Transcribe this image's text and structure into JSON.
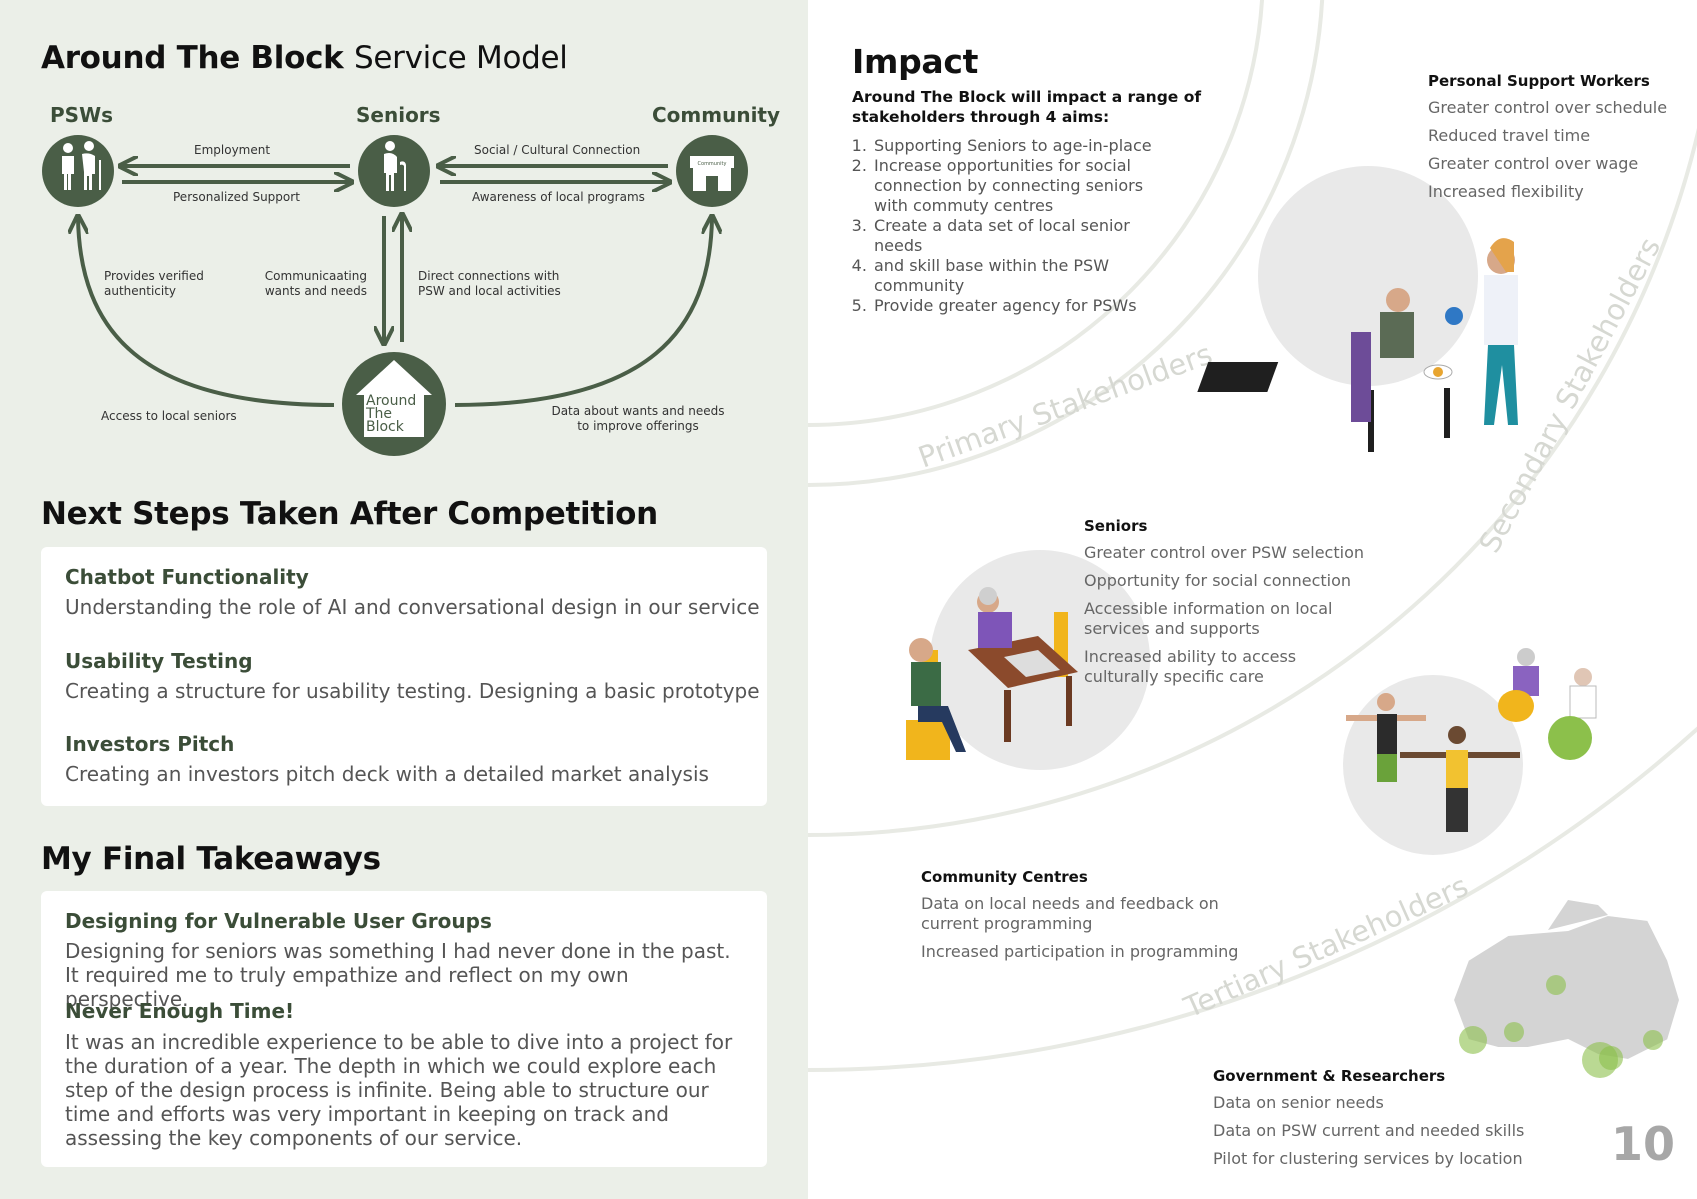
{
  "service_model": {
    "title_bold": "Around The Block",
    "title_rest": "Service Model",
    "nodes": {
      "psws": "PSWs",
      "seniors": "Seniors",
      "community": "Community",
      "community_building_label": "Community",
      "atb_line1": "Around",
      "atb_line2": "The",
      "atb_line3": "Block"
    },
    "edges": {
      "employment": "Employment",
      "personalized_support": "Personalized Support",
      "social_cultural": "Social / Cultural Connection",
      "awareness": "Awareness of local programs",
      "verified_line1": "Provides verified",
      "verified_line2": "authenticity",
      "communicating_line1": "Communicaating",
      "communicating_line2": "wants and needs",
      "direct_line1": "Direct connections with",
      "direct_line2": "PSW and local activities",
      "access": "Access to local seniors",
      "data_line1": "Data about wants and needs",
      "data_line2": "to improve offerings"
    }
  },
  "next_steps": {
    "title": "Next Steps Taken After Competition",
    "items": [
      {
        "title": "Chatbot Functionality",
        "body": "Understanding the role of AI and conversational design in our service"
      },
      {
        "title": "Usability Testing",
        "body": "Creating a structure for usability testing. Designing a basic prototype"
      },
      {
        "title": "Investors Pitch",
        "body": "Creating an investors pitch deck with a detailed market analysis"
      }
    ]
  },
  "takeaways": {
    "title": "My Final Takeaways",
    "items": [
      {
        "title": "Designing for Vulnerable User Groups",
        "body": "Designing for seniors was something I had never done in the past. It required me to truly empathize and reflect on my own perspective."
      },
      {
        "title": "Never Enough Time!",
        "body": "It was an incredible experience to be able to dive into a project for the duration of a year. The depth in which we could explore each step of the design process is infinite. Being able to structure our time and efforts was very important in keeping on track and assessing the key components of our service."
      }
    ]
  },
  "impact": {
    "title": "Impact",
    "intro_line1": "Around The Block will  impact a range of",
    "intro_line2": "stakeholders through 4 aims:",
    "aims": [
      "Supporting Seniors to age-in-place",
      "Increase opportunities for social connection by connecting seniors with commuty centres",
      "Create a data set of local senior needs",
      "and skill base within the PSW community",
      "Provide greater agency for PSWs"
    ],
    "rings": {
      "primary": "Primary Stakeholders",
      "secondary": "Secondary Stakeholders",
      "tertiary": "Tertiary Stakeholders"
    },
    "psw": {
      "title": "Personal Support Workers",
      "items": [
        "Greater control over schedule",
        "Reduced travel time",
        "Greater control over wage",
        "Increased flexibility"
      ]
    },
    "seniors": {
      "title": "Seniors",
      "items": [
        "Greater control over PSW selection",
        "Opportunity for social connection",
        "Accessible information on local services and supports",
        "Increased ability to access culturally specific care"
      ]
    },
    "community": {
      "title": "Community Centres",
      "items": [
        "Data on local needs and feedback on current programming",
        "Increased participation in programming"
      ]
    },
    "government": {
      "title": "Government & Researchers",
      "items": [
        "Data on senior needs",
        "Data on PSW current and needed skills",
        "Pilot for clustering services by location"
      ]
    }
  },
  "page_number": "10",
  "colors": {
    "accent": "#4a5e47",
    "panel": "#ebefe8",
    "ring": "#e8eae4"
  }
}
